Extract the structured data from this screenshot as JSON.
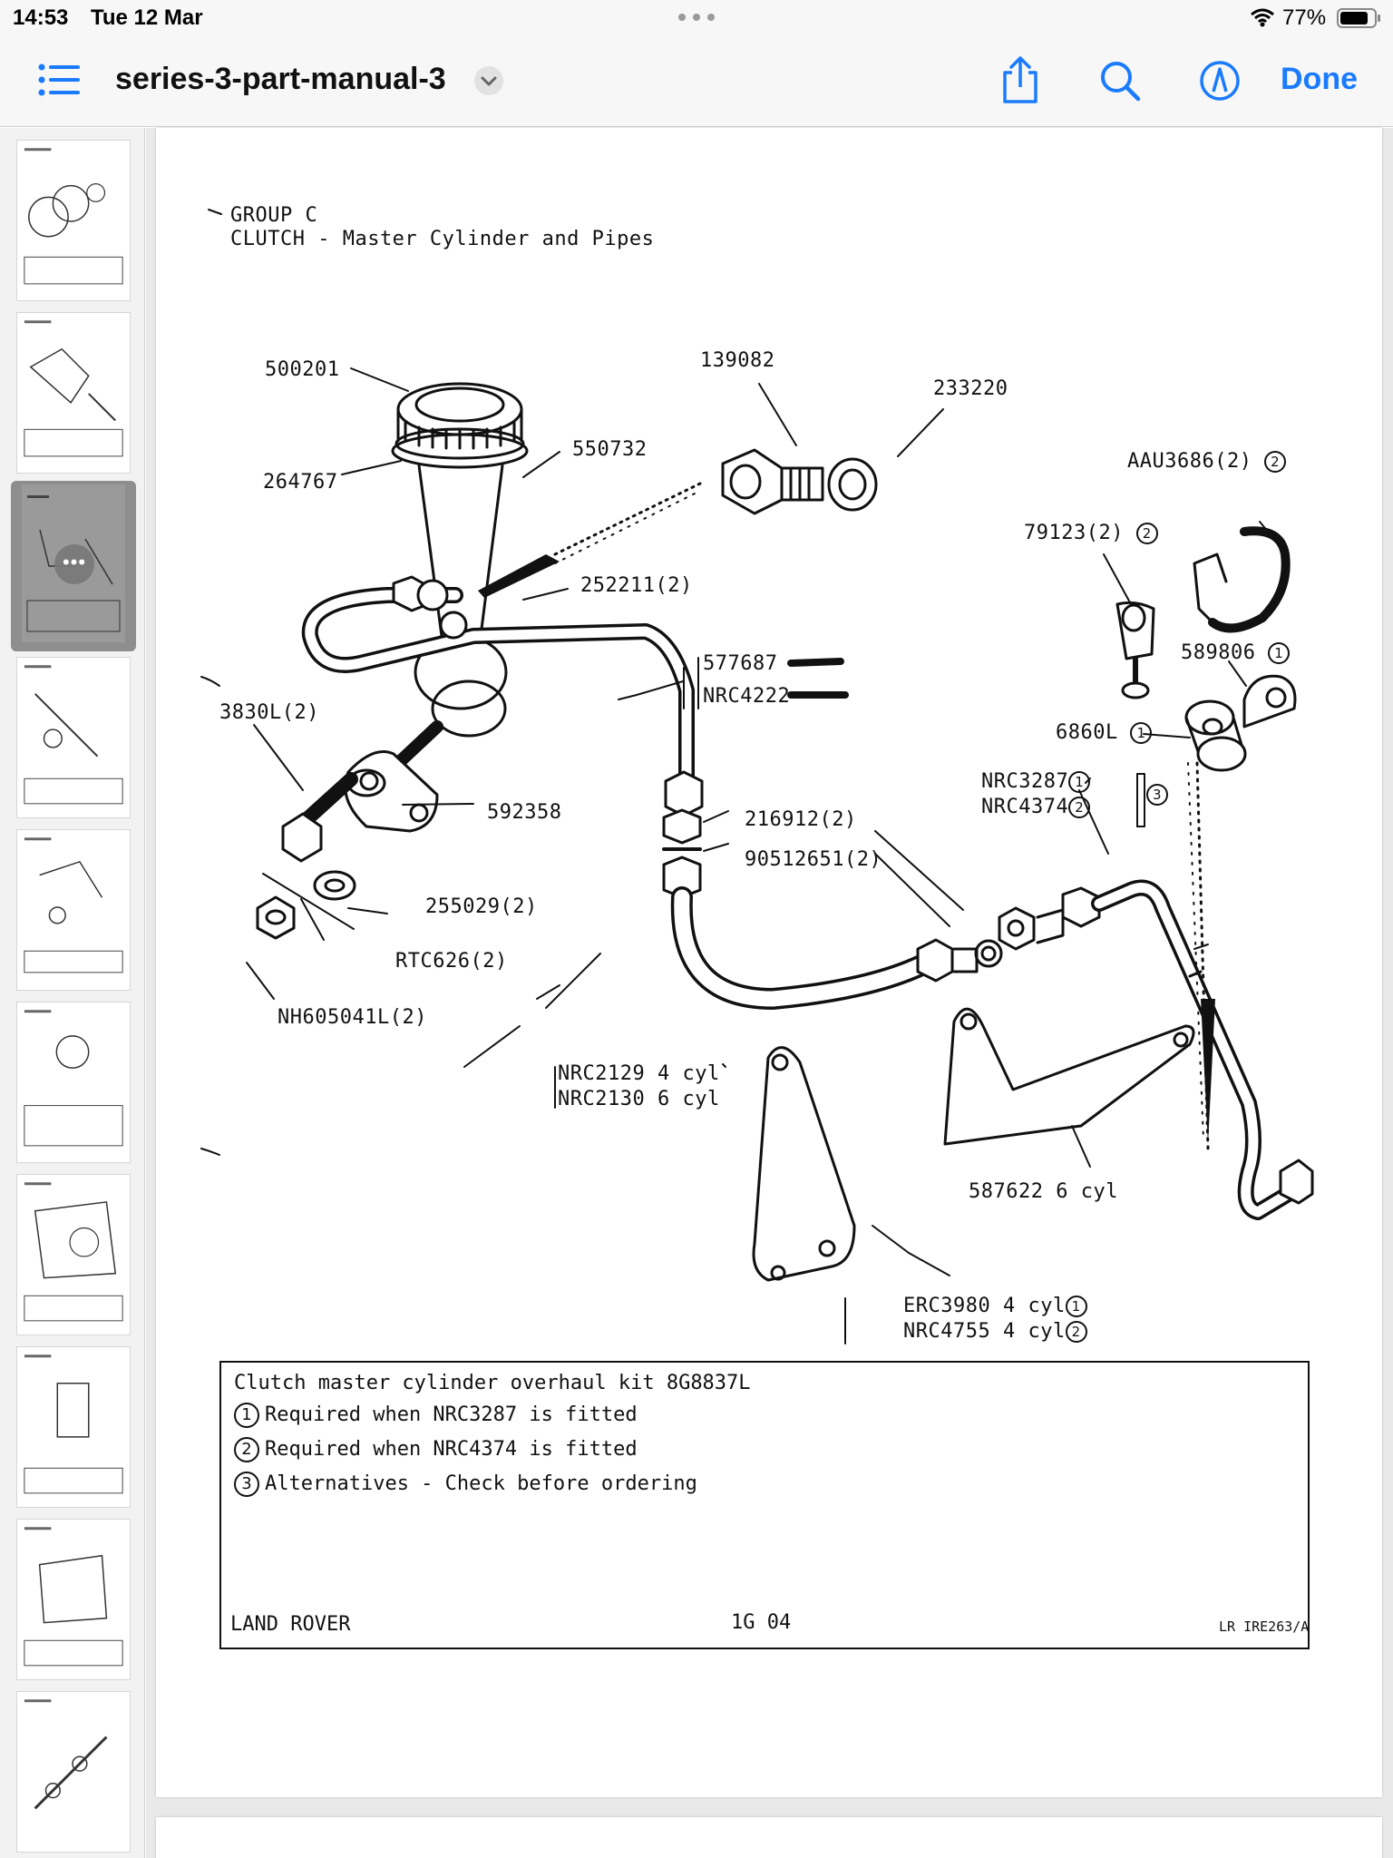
{
  "status_bar": {
    "time": "14:53",
    "date": "Tue 12 Mar",
    "battery": "77%"
  },
  "toolbar": {
    "title": "series-3-part-manual-3",
    "done_label": "Done",
    "accent_color": "#1a7bff",
    "icons": [
      "list-icon",
      "chevron-down-icon",
      "share-icon",
      "search-icon",
      "markup-icon"
    ]
  },
  "sidebar": {
    "thumbnails": 10,
    "selected_index": 3,
    "more_label": "•••"
  },
  "document": {
    "group": "GROUP C",
    "title": "CLUTCH - Master Cylinder and Pipes",
    "part_labels": {
      "p500201": "500201",
      "p264767": "264767",
      "p550732": "550732",
      "p139082": "139082",
      "p233220": "233220",
      "pAAU3686": "AAU3686(2)",
      "p79123": "79123(2)",
      "p252211": "252211(2)",
      "p577687": "577687",
      "pNRC4222": "NRC4222",
      "p589806": "589806",
      "p3830L": "3830L(2)",
      "p6860L": "6860L",
      "pNRC3287": "NRC3287",
      "pNRC4374": "NRC4374",
      "p592358": "592358",
      "p216912": "216912(2)",
      "p90512651": "90512651(2)",
      "p255029": "255029(2)",
      "pRTC626": "RTC626(2)",
      "pNH605041L": "NH605041L(2)",
      "pNRC2129": "NRC2129 4 cyl",
      "pNRC2130": "NRC2130 6 cyl",
      "p587622": "587622 6 cyl",
      "pERC3980": "ERC3980 4 cyl",
      "pNRC4755": "NRC4755 4 cyl"
    },
    "circle_marks": {
      "one": "1",
      "two": "2",
      "three": "3"
    },
    "legend": {
      "kit": "Clutch master cylinder overhaul kit 8G8837L",
      "note1": "Required when NRC3287 is fitted",
      "note2": "Required when NRC4374 is fitted",
      "note3": "Alternatives - Check before ordering"
    },
    "footer": {
      "brand": "LAND ROVER",
      "page_code": "1G 04",
      "ref": "LR IRE263/A"
    }
  }
}
